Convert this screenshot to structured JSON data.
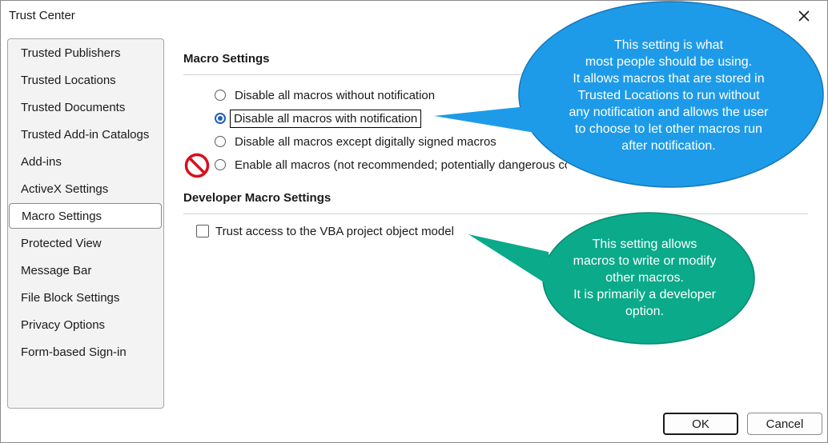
{
  "window": {
    "title": "Trust Center",
    "close_icon": "close-icon"
  },
  "sidebar": {
    "items": [
      {
        "label": "Trusted Publishers"
      },
      {
        "label": "Trusted Locations"
      },
      {
        "label": "Trusted Documents"
      },
      {
        "label": "Trusted Add-in Catalogs"
      },
      {
        "label": "Add-ins"
      },
      {
        "label": "ActiveX Settings"
      },
      {
        "label": "Macro Settings",
        "selected": true
      },
      {
        "label": "Protected View"
      },
      {
        "label": "Message Bar"
      },
      {
        "label": "File Block Settings"
      },
      {
        "label": "Privacy Options"
      },
      {
        "label": "Form-based Sign-in"
      }
    ]
  },
  "macro_settings": {
    "title": "Macro Settings",
    "options": [
      {
        "label": "Disable all macros without notification",
        "checked": false
      },
      {
        "label": "Disable all macros with notification",
        "checked": true
      },
      {
        "label": "Disable all macros except digitally signed macros",
        "checked": false
      },
      {
        "label": "Enable all macros (not recommended; potentially dangerous code can run)",
        "checked": false
      }
    ],
    "warning_icon": "no-entry-icon"
  },
  "developer_macro_settings": {
    "title": "Developer Macro Settings",
    "trust_vba_label": "Trust access to the VBA project object model",
    "trust_vba_checked": false
  },
  "callouts": {
    "blue": {
      "color": "#1e9be8",
      "lines": [
        "This setting is what",
        "most people should be using.",
        "It allows macros that are stored in",
        "Trusted Locations to run without",
        "any notification and allows the user",
        "to choose to let other macros run",
        "after notification."
      ]
    },
    "green": {
      "color": "#0aaa8a",
      "lines": [
        "This setting allows",
        "macros to write or modify",
        "other macros.",
        "It is primarily a developer",
        "option."
      ]
    }
  },
  "buttons": {
    "ok": "OK",
    "cancel": "Cancel"
  }
}
